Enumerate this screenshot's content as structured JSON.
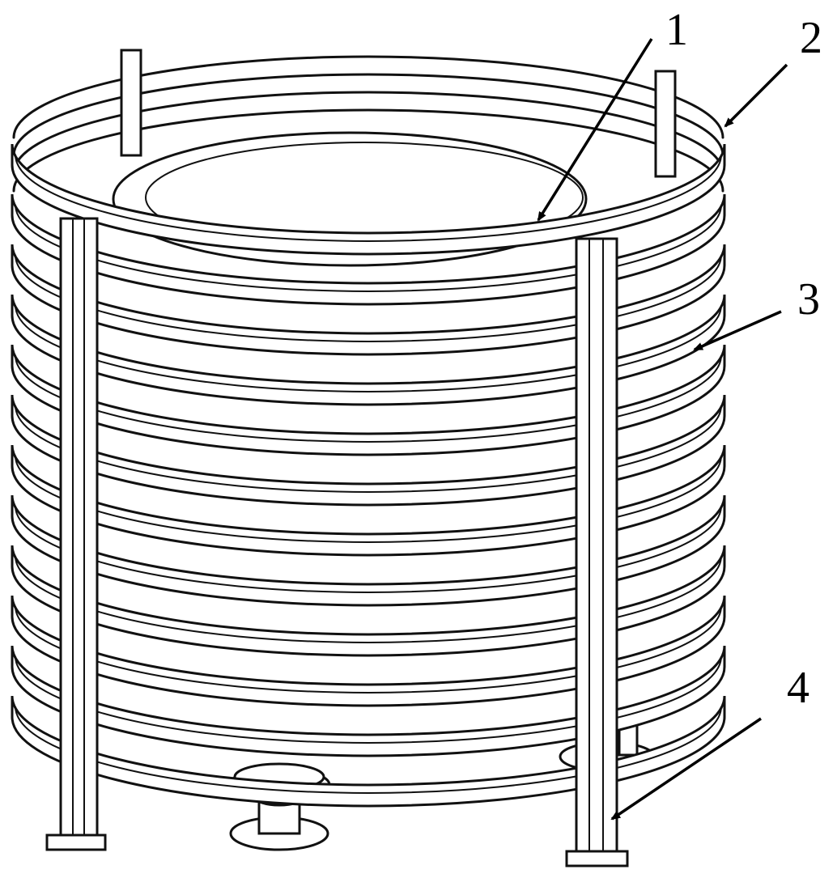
{
  "callouts": [
    {
      "id": "1",
      "label": "1"
    },
    {
      "id": "2",
      "label": "2"
    },
    {
      "id": "3",
      "label": "3"
    },
    {
      "id": "4",
      "label": "4"
    }
  ],
  "colors": {
    "stroke": "#111111",
    "background": "#ffffff"
  }
}
